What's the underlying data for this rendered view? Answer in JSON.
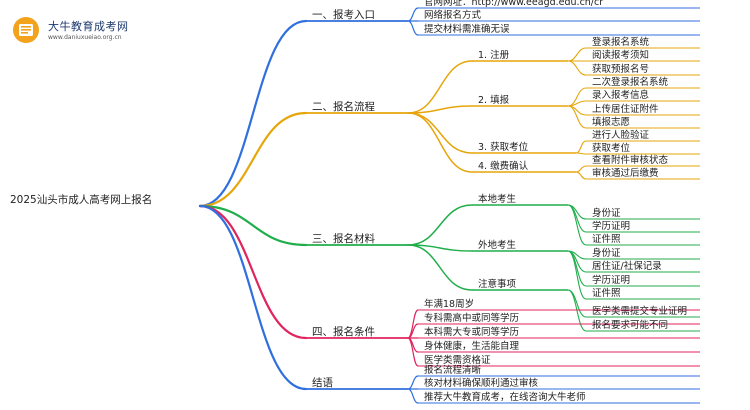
{
  "logo": {
    "title": "大牛教育成考网",
    "subtitle": "www.daniuxueiao.org.cn"
  },
  "root": "2025汕头市成人高考网上报名",
  "branches": [
    {
      "label": "一、报考入口",
      "color": "#2f6fde",
      "children": [
        {
          "label": "官网网址：http://www.eeagd.edu.cn/cr"
        },
        {
          "label": "网络报名方式"
        },
        {
          "label": "提交材料需准确无误"
        }
      ]
    },
    {
      "label": "二、报名流程",
      "color": "#e6a50a",
      "children": [
        {
          "label": "1. 注册",
          "children": [
            {
              "label": "登录报名系统"
            },
            {
              "label": "阅读报考须知"
            },
            {
              "label": "获取预报名号"
            }
          ]
        },
        {
          "label": "2. 填报",
          "children": [
            {
              "label": "二次登录报名系统"
            },
            {
              "label": "录入报考信息"
            },
            {
              "label": "上传居住证附件"
            },
            {
              "label": "填报志愿"
            }
          ]
        },
        {
          "label": "3. 获取考位",
          "children": [
            {
              "label": "进行人脸验证"
            },
            {
              "label": "获取考位"
            }
          ]
        },
        {
          "label": "4. 缴费确认",
          "children": [
            {
              "label": "查看附件审核状态"
            },
            {
              "label": "审核通过后缴费"
            }
          ]
        }
      ]
    },
    {
      "label": "三、报名材料",
      "color": "#1fae4a",
      "children": [
        {
          "label": "本地考生",
          "children": [
            {
              "label": "身份证"
            },
            {
              "label": "学历证明"
            },
            {
              "label": "证件照"
            }
          ]
        },
        {
          "label": "外地考生",
          "children": [
            {
              "label": "身份证"
            },
            {
              "label": "居住证/社保记录"
            },
            {
              "label": "学历证明"
            },
            {
              "label": "证件照"
            }
          ]
        },
        {
          "label": "注意事项",
          "children": [
            {
              "label": "医学类需提交专业证明"
            },
            {
              "label": "报名要求可能不同"
            }
          ]
        }
      ]
    },
    {
      "label": "四、报名条件",
      "color": "#e0245e",
      "children": [
        {
          "label": "年满18周岁"
        },
        {
          "label": "专科需高中或同等学历"
        },
        {
          "label": "本科需大专或同等学历"
        },
        {
          "label": "身体健康，生活能自理"
        },
        {
          "label": "医学类需资格证"
        }
      ]
    },
    {
      "label": "结语",
      "color": "#2f6fde",
      "children": [
        {
          "label": "报名流程清晰"
        },
        {
          "label": "核对材料确保顺利通过审核"
        },
        {
          "label": "推荐大牛教育成考，在线咨询大牛老师"
        }
      ]
    }
  ]
}
